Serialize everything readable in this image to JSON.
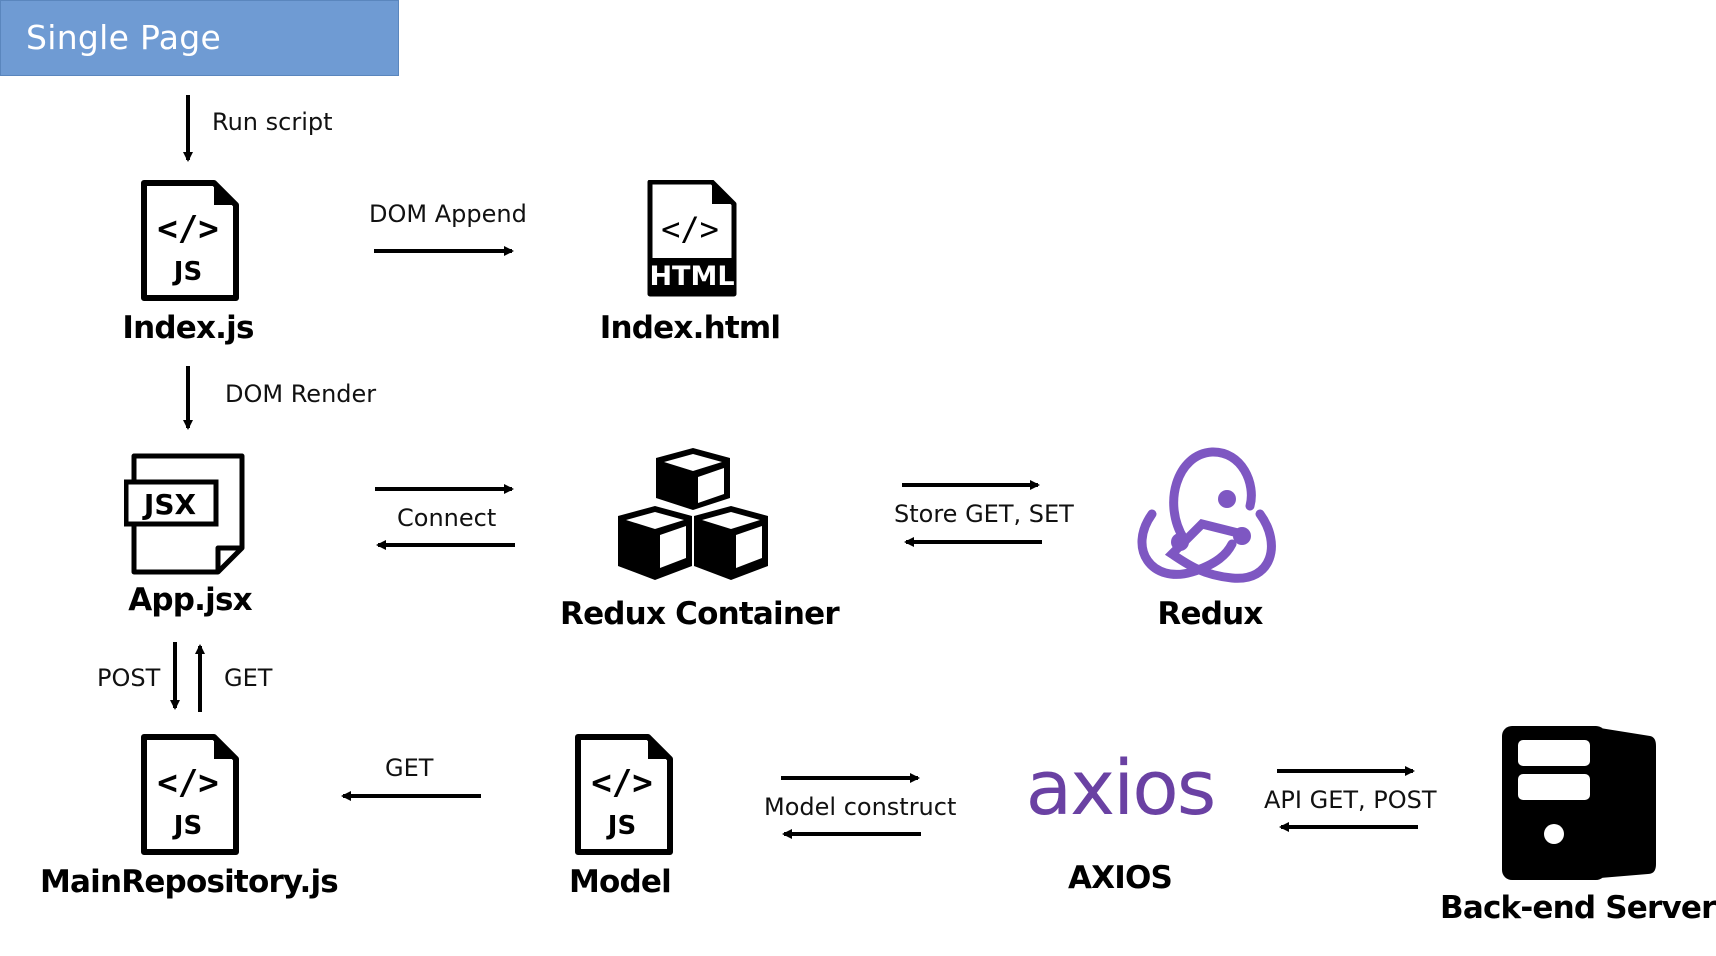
{
  "header": {
    "title": "Single Page Application"
  },
  "nodes": {
    "index_js": "Index.js",
    "index_html": "Index.html",
    "app_jsx": "App.jsx",
    "redux_container": "Redux Container",
    "redux": "Redux",
    "main_repository": "MainRepository.js",
    "model": "Model",
    "axios": "AXIOS",
    "backend": "Back-end Server"
  },
  "edges": {
    "run_script": "Run script",
    "dom_append": "DOM Append",
    "dom_render": "DOM Render",
    "connect": "Connect",
    "store_get_set": "Store GET, SET",
    "post": "POST",
    "get_app": "GET",
    "get_model": "GET",
    "model_construct": "Model construct",
    "api_get_post": "API GET, POST"
  },
  "icons": {
    "js_label": "JS",
    "html_label": "HTML",
    "jsx_label": "JSX",
    "code_glyph": "</>",
    "axios_logo": "axios"
  },
  "colors": {
    "title_bg": "#6f9bd3",
    "redux_purple": "#7e57c2",
    "axios_purple": "#6a41a3"
  }
}
